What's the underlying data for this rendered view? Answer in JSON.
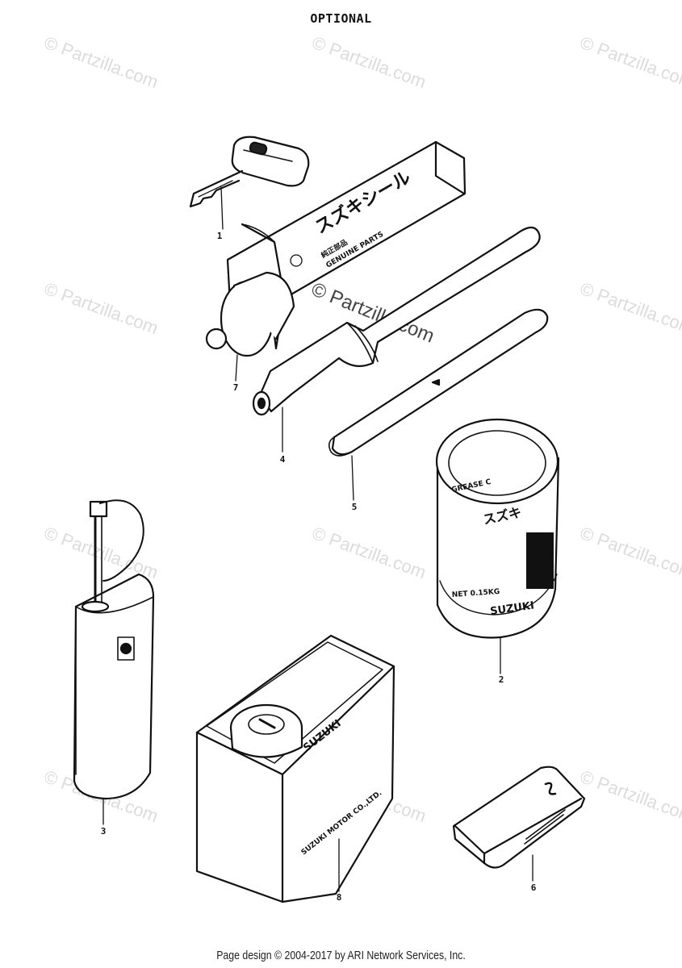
{
  "header": {
    "title": "OPTIONAL"
  },
  "footer": {
    "text": "Page design © 2004-2017 by ARI Network Services, Inc."
  },
  "watermark": {
    "text": "© Partzilla.com",
    "center_text": "© Partzilla.com"
  },
  "parts": [
    {
      "ref": "1",
      "item": "key"
    },
    {
      "ref": "7",
      "item": "tube"
    },
    {
      "ref": "4",
      "item": "grip"
    },
    {
      "ref": "5",
      "item": "tire lever"
    },
    {
      "ref": "2",
      "item": "grease can"
    },
    {
      "ref": "3",
      "item": "oil bottle"
    },
    {
      "ref": "8",
      "item": "oil can"
    },
    {
      "ref": "6",
      "item": "patch kit"
    }
  ],
  "labels": {
    "box_jp": "スズキシール",
    "box_line1": "純正部品",
    "box_line2": "GENUINE PARTS",
    "can_line1": "GREASE C",
    "can_jp": "スズキ",
    "can_net": "NET 0.15KG",
    "can_brand": "SUZUKI",
    "oilcan_brand": "SUZUKI",
    "oilcan_maker": "SUZUKI MOTOR CO.,LTD."
  },
  "colors": {
    "ink": "#111111",
    "watermark": "#dcdcdc"
  }
}
